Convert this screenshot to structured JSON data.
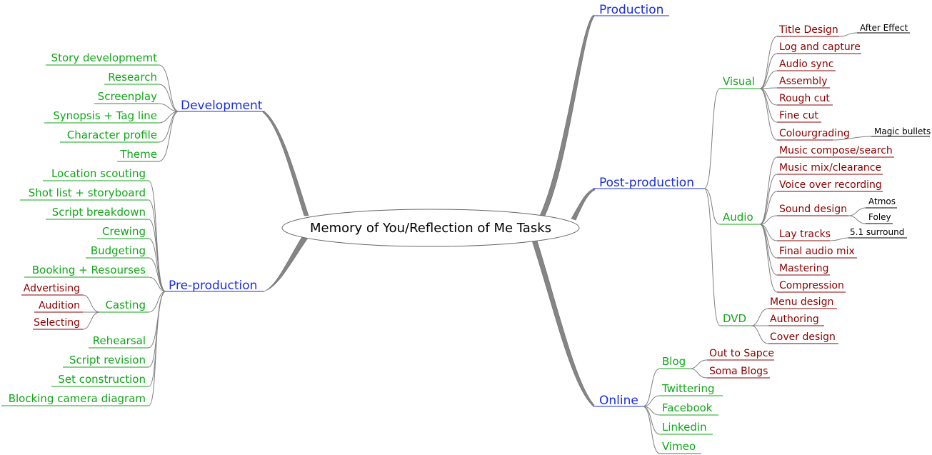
{
  "colors": {
    "branch": "#1a2ee0",
    "green": "#12a51a",
    "dark_red": "#8b0000",
    "black": "#000000",
    "connector": "#7f7f7f"
  },
  "root": {
    "label": "Memory of You/Reflection of Me Tasks"
  },
  "development": {
    "label": "Development",
    "items": [
      "Story developmemt",
      "Research",
      "Screenplay",
      "Synopsis + Tag line",
      "Character profile",
      "Theme"
    ]
  },
  "pre_production": {
    "label": "Pre-production",
    "items": [
      {
        "label": "Location scouting"
      },
      {
        "label": "Shot list + storyboard"
      },
      {
        "label": "Script breakdown"
      },
      {
        "label": "Crewing"
      },
      {
        "label": "Budgeting"
      },
      {
        "label": "Booking + Resourses"
      },
      {
        "label": "Casting",
        "children": [
          "Advertising",
          "Audition",
          "Selecting"
        ]
      },
      {
        "label": "Rehearsal"
      },
      {
        "label": "Script revision"
      },
      {
        "label": "Set construction"
      },
      {
        "label": "Blocking camera diagram"
      }
    ]
  },
  "production": {
    "label": "Production"
  },
  "post_production": {
    "label": "Post-production",
    "visual": {
      "label": "Visual",
      "items": [
        {
          "label": "Title Design",
          "note": "After Effect"
        },
        {
          "label": "Log and capture"
        },
        {
          "label": "Audio sync"
        },
        {
          "label": "Assembly"
        },
        {
          "label": "Rough cut"
        },
        {
          "label": "Fine cut"
        },
        {
          "label": "Colourgrading",
          "note": "Magic bullets"
        }
      ]
    },
    "audio": {
      "label": "Audio",
      "items": [
        {
          "label": "Music compose/search"
        },
        {
          "label": "Music mix/clearance"
        },
        {
          "label": "Voice over recording"
        },
        {
          "label": "Sound design",
          "notes": [
            "Atmos",
            "Foley"
          ]
        },
        {
          "label": "Lay tracks",
          "note": "5.1 surround"
        },
        {
          "label": "Final audio mix"
        },
        {
          "label": "Mastering"
        },
        {
          "label": "Compression"
        }
      ]
    },
    "dvd": {
      "label": "DVD",
      "items": [
        "Menu design",
        "Authoring",
        "Cover design"
      ]
    }
  },
  "online": {
    "label": "Online",
    "items": [
      {
        "label": "Blog",
        "children": [
          "Out to Sapce",
          "Soma Blogs"
        ]
      },
      {
        "label": "Twittering"
      },
      {
        "label": "Facebook"
      },
      {
        "label": "Linkedin"
      },
      {
        "label": "Vimeo"
      }
    ]
  }
}
